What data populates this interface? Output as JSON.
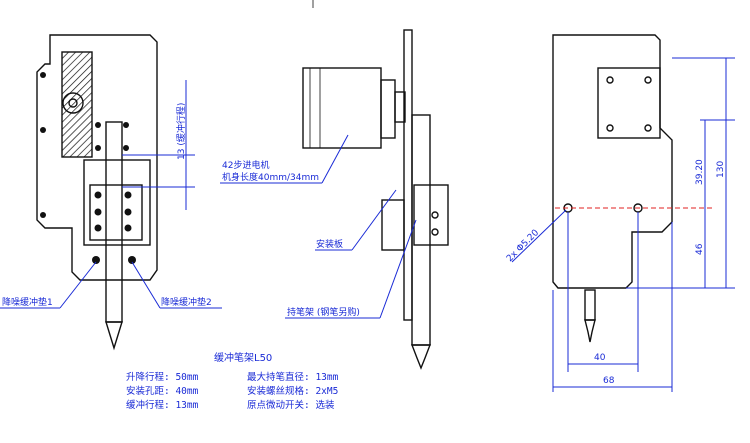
{
  "callouts": {
    "stroke_label": "13 (缓冲行程)",
    "pad1": "降噪缓冲垫1",
    "pad2": "降噪缓冲垫2",
    "motor_line1": "42步进电机",
    "motor_line2": "机身长度40mm/34mm",
    "mount_plate": "安装板",
    "pen_holder": "持笔架 (钢笔另购)",
    "hole_spec": "2x Φ5.20"
  },
  "dimensions": {
    "d39": "39.20",
    "d130": "130",
    "d46": "46",
    "d40": "40",
    "d68": "68"
  },
  "specs": {
    "title": "缓冲笔架L50",
    "rows": [
      {
        "left": "升降行程: 50mm",
        "right": "最大持笔直径: 13mm"
      },
      {
        "left": "安装孔距: 40mm",
        "right": "安装螺丝规格: 2xM5"
      },
      {
        "left": "缓冲行程: 13mm",
        "right": "原点微动开关: 选装"
      }
    ]
  },
  "colors": {
    "ink": "#111111",
    "annotation": "#1a2bd6",
    "centerline": "#e02020"
  }
}
